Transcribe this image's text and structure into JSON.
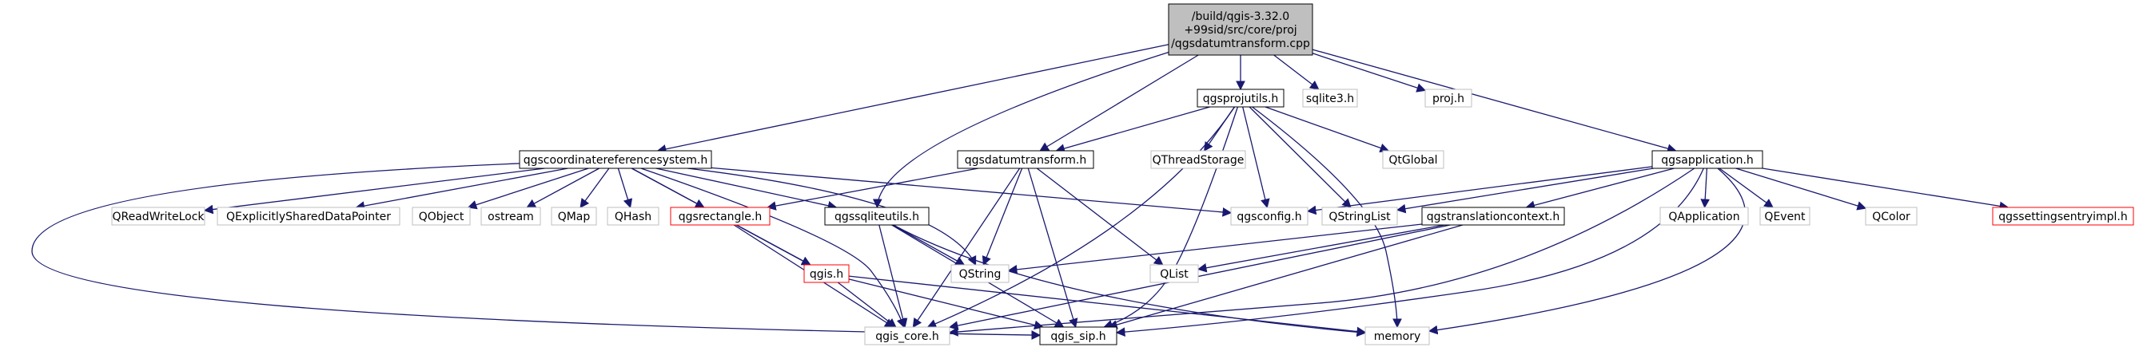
{
  "graph": {
    "colors": {
      "edge": "#191970",
      "root_fill": "#bfbfbf",
      "normal_border": "#000000",
      "missing_border": "#bfbfbf",
      "missing_text": "#404040",
      "warning_border": "#ff0000"
    },
    "nodes": {
      "root": {
        "lines": [
          "/build/qgis-3.32.0",
          "+99sid/src/core/proj",
          "/qgsdatumtransform.cpp"
        ],
        "kind": "root"
      },
      "projutils": {
        "lines": [
          "qgsprojutils.h"
        ],
        "kind": "normal"
      },
      "sqlite3": {
        "lines": [
          "sqlite3.h"
        ],
        "kind": "missing"
      },
      "proj": {
        "lines": [
          "proj.h"
        ],
        "kind": "missing"
      },
      "crs": {
        "lines": [
          "qgscoordinatereferencesystem.h"
        ],
        "kind": "normal"
      },
      "datumtransform": {
        "lines": [
          "qgsdatumtransform.h"
        ],
        "kind": "normal"
      },
      "qthreadstorage": {
        "lines": [
          "QThreadStorage"
        ],
        "kind": "missing"
      },
      "qtglobal": {
        "lines": [
          "QtGlobal"
        ],
        "kind": "missing"
      },
      "application": {
        "lines": [
          "qgsapplication.h"
        ],
        "kind": "normal"
      },
      "qreadwritelock": {
        "lines": [
          "QReadWriteLock"
        ],
        "kind": "missing"
      },
      "qexplicitly": {
        "lines": [
          "QExplicitlySharedDataPointer"
        ],
        "kind": "missing"
      },
      "qobject": {
        "lines": [
          "QObject"
        ],
        "kind": "missing"
      },
      "ostream": {
        "lines": [
          "ostream"
        ],
        "kind": "missing"
      },
      "qmap": {
        "lines": [
          "QMap"
        ],
        "kind": "missing"
      },
      "qhash": {
        "lines": [
          "QHash"
        ],
        "kind": "missing"
      },
      "rectangle": {
        "lines": [
          "qgsrectangle.h"
        ],
        "kind": "warning"
      },
      "sqliteutils": {
        "lines": [
          "qgssqliteutils.h"
        ],
        "kind": "normal"
      },
      "qgsconfig": {
        "lines": [
          "qgsconfig.h"
        ],
        "kind": "missing"
      },
      "qstringlist": {
        "lines": [
          "QStringList"
        ],
        "kind": "missing"
      },
      "translation": {
        "lines": [
          "qgstranslationcontext.h"
        ],
        "kind": "normal"
      },
      "qapplication": {
        "lines": [
          "QApplication"
        ],
        "kind": "missing"
      },
      "qevent": {
        "lines": [
          "QEvent"
        ],
        "kind": "missing"
      },
      "qcolor": {
        "lines": [
          "QColor"
        ],
        "kind": "missing"
      },
      "settingsentry": {
        "lines": [
          "qgssettingsentryimpl.h"
        ],
        "kind": "warning"
      },
      "qgis": {
        "lines": [
          "qgis.h"
        ],
        "kind": "warning"
      },
      "qstring": {
        "lines": [
          "QString"
        ],
        "kind": "missing"
      },
      "qlist": {
        "lines": [
          "QList"
        ],
        "kind": "missing"
      },
      "qgiscore": {
        "lines": [
          "qgis_core.h"
        ],
        "kind": "missing"
      },
      "qgissip": {
        "lines": [
          "qgis_sip.h"
        ],
        "kind": "normal"
      },
      "memory": {
        "lines": [
          "memory"
        ],
        "kind": "missing"
      }
    },
    "edges": [
      [
        "root",
        "crs"
      ],
      [
        "root",
        "datumtransform"
      ],
      [
        "root",
        "sqliteutils"
      ],
      [
        "root",
        "projutils"
      ],
      [
        "root",
        "sqlite3"
      ],
      [
        "root",
        "proj"
      ],
      [
        "root",
        "application"
      ],
      [
        "projutils",
        "datumtransform"
      ],
      [
        "projutils",
        "qthreadstorage"
      ],
      [
        "projutils",
        "qtglobal"
      ],
      [
        "projutils",
        "qgsconfig"
      ],
      [
        "projutils",
        "qstringlist"
      ],
      [
        "projutils",
        "memory"
      ],
      [
        "projutils",
        "qgiscore"
      ],
      [
        "projutils",
        "qgissip"
      ],
      [
        "crs",
        "qreadwritelock"
      ],
      [
        "crs",
        "qexplicitly"
      ],
      [
        "crs",
        "qobject"
      ],
      [
        "crs",
        "ostream"
      ],
      [
        "crs",
        "qmap"
      ],
      [
        "crs",
        "qhash"
      ],
      [
        "crs",
        "rectangle"
      ],
      [
        "crs",
        "sqliteutils"
      ],
      [
        "crs",
        "qgsconfig"
      ],
      [
        "crs",
        "qgis"
      ],
      [
        "crs",
        "qstring"
      ],
      [
        "crs",
        "qgiscore"
      ],
      [
        "crs",
        "qgissip"
      ],
      [
        "datumtransform",
        "rectangle"
      ],
      [
        "datumtransform",
        "qstring"
      ],
      [
        "datumtransform",
        "qlist"
      ],
      [
        "datumtransform",
        "qgiscore"
      ],
      [
        "datumtransform",
        "qgissip"
      ],
      [
        "application",
        "qgsconfig"
      ],
      [
        "application",
        "qstringlist"
      ],
      [
        "application",
        "translation"
      ],
      [
        "application",
        "qapplication"
      ],
      [
        "application",
        "qevent"
      ],
      [
        "application",
        "qcolor"
      ],
      [
        "application",
        "settingsentry"
      ],
      [
        "application",
        "qgiscore"
      ],
      [
        "application",
        "qgissip"
      ],
      [
        "application",
        "memory"
      ],
      [
        "rectangle",
        "qgis"
      ],
      [
        "rectangle",
        "qgiscore"
      ],
      [
        "sqliteutils",
        "qstring"
      ],
      [
        "sqliteutils",
        "qgiscore"
      ],
      [
        "sqliteutils",
        "qgissip"
      ],
      [
        "sqliteutils",
        "memory"
      ],
      [
        "translation",
        "qstring"
      ],
      [
        "translation",
        "qlist"
      ],
      [
        "translation",
        "qgiscore"
      ],
      [
        "translation",
        "qgissip"
      ],
      [
        "qgis",
        "qgiscore"
      ],
      [
        "qgis",
        "qgissip"
      ],
      [
        "qgis",
        "memory"
      ]
    ]
  }
}
